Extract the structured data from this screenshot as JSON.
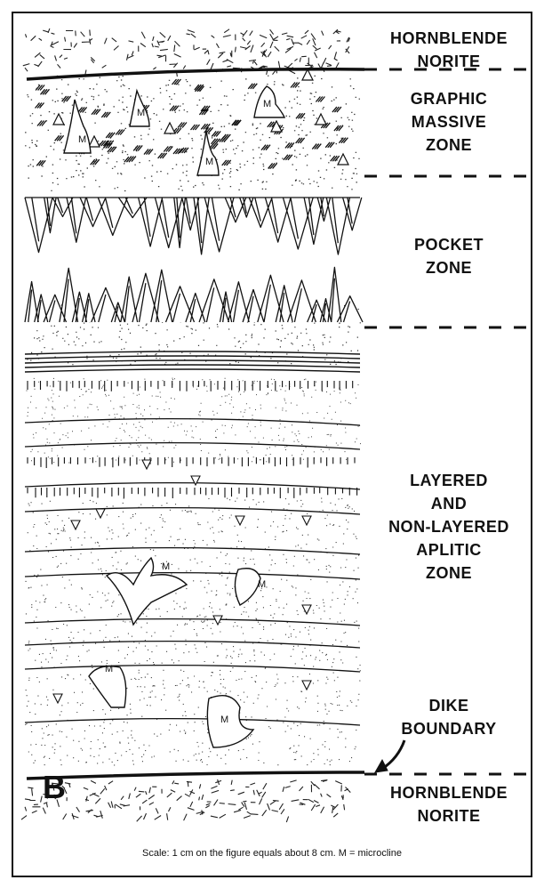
{
  "labels": {
    "top_norite": [
      "HORNBLENDE",
      "NORITE"
    ],
    "graphic": [
      "GRAPHIC",
      "MASSIVE",
      "ZONE"
    ],
    "pocket": [
      "POCKET",
      "ZONE"
    ],
    "aplitic": [
      "LAYERED",
      "AND",
      "NON-LAYERED",
      "APLITIC",
      "ZONE"
    ],
    "dike_boundary": [
      "DIKE",
      "BOUNDARY"
    ],
    "bottom_norite": [
      "HORNBLENDE",
      "NORITE"
    ]
  },
  "panel_letter": "B",
  "mineral_mark": "M",
  "caption": "Scale: 1 cm on the figure equals about 8 cm. M = microcline"
}
